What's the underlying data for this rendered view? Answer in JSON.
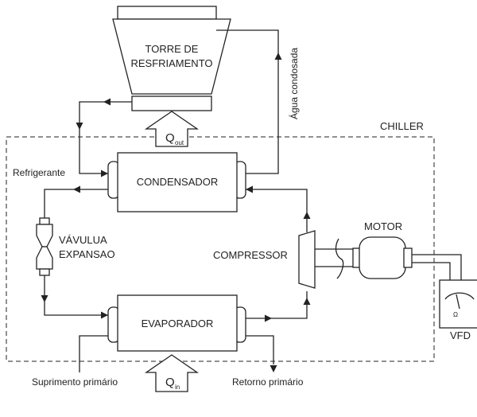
{
  "labels": {
    "tower_line1": "TORRE DE",
    "tower_line2": "RESFRIAMENTO",
    "condenser": "CONDENSADOR",
    "evaporator": "EVAPORADOR",
    "chiller": "CHILLER",
    "refrigerant": "Refrigerante",
    "valve_line1": "VÁVULUA",
    "valve_line2": "EXPANSAO",
    "compressor": "COMPRESSOR",
    "motor": "MOTOR",
    "vfd": "VFD",
    "condensed_water": "Água condosada",
    "primary_supply": "Suprimento primário",
    "primary_return": "Retorno primário",
    "q": "Q",
    "q_out_sub": "out",
    "q_in_sub": "in"
  }
}
